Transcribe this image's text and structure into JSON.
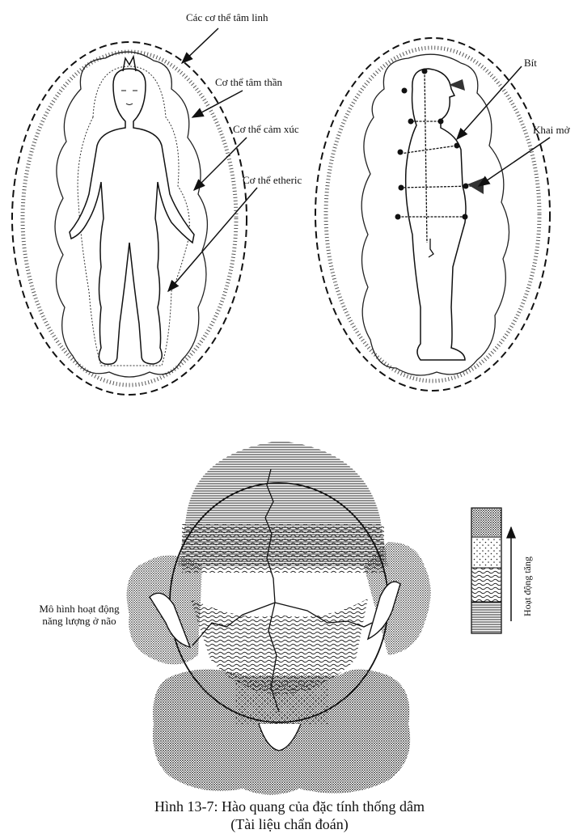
{
  "labels": {
    "spiritual": "Các cơ thể tâm linh",
    "mental": "Cơ thể tâm thần",
    "emotional": "Cơ thể cảm xúc",
    "etheric": "Cơ thể etheric",
    "blocked": "Bít",
    "open": "Khai mở",
    "brain_model_line1": "Mô hình hoạt động",
    "brain_model_line2": "năng lượng ở não",
    "activity": "Hoạt động tăng"
  },
  "caption": {
    "line1": "Hình 13-7: Hào quang của đặc tính thống dâm",
    "line2": "(Tài liệu chẩn đoán)"
  }
}
